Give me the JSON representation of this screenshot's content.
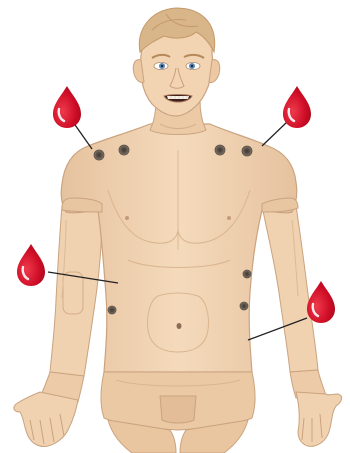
{
  "figure": {
    "subject": "manikin-upper-body-front",
    "colors": {
      "skin": "#f1d3b3",
      "skin_shadow": "#e3bd98",
      "skin_outline": "#c9a27f",
      "hair": "#d9b98e",
      "hair_shadow": "#c9a070",
      "eyes": "#5d86b5",
      "port_ring": "#6d6258",
      "port_center": "#3f3832",
      "blood": "#d2102a",
      "blood_highlight": "#ffffff",
      "leader_line": "#222222"
    }
  },
  "markers": [
    {
      "name": "bleeding-site-left-shoulder",
      "icon": "blood-drop-icon"
    },
    {
      "name": "bleeding-site-right-shoulder",
      "icon": "blood-drop-icon"
    },
    {
      "name": "bleeding-site-left-upper-arm",
      "icon": "blood-drop-icon"
    },
    {
      "name": "bleeding-site-right-flank",
      "icon": "blood-drop-icon"
    }
  ]
}
